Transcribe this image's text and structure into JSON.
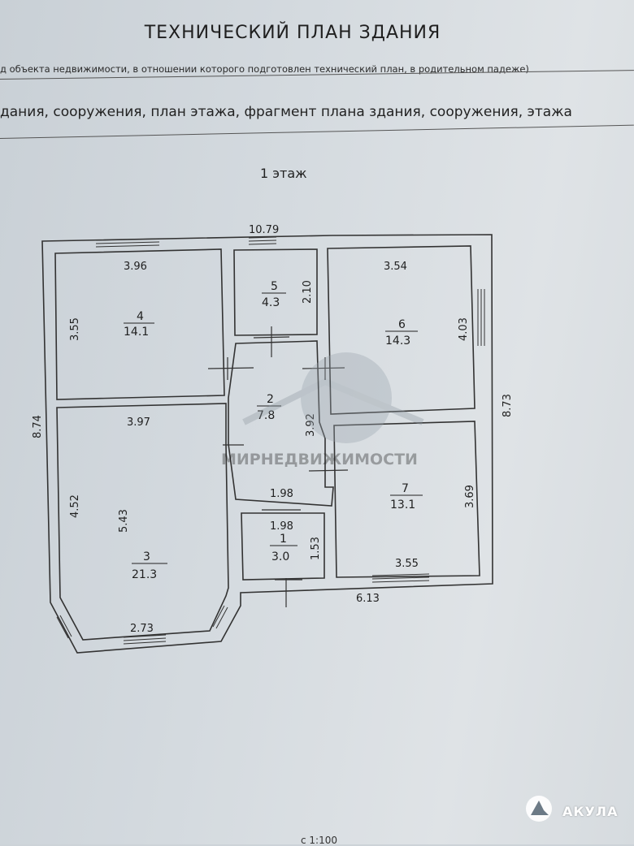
{
  "header": {
    "title": "ТЕХНИЧЕСКИЙ ПЛАН ЗДАНИЯ",
    "subtitle": "д объекта недвижимости, в отношении которого подготовлен технический план, в родительном падеже)",
    "box_text": "дания, сооружения, план этажа, фрагмент плана здания, сооружения, этажа"
  },
  "plan": {
    "floor_label": "1 этаж",
    "scale": "с 1:100",
    "overall_dims": {
      "top": "10.79",
      "left": "8.74",
      "right": "8.73",
      "bottom": "6.13"
    },
    "rooms": [
      {
        "id": "1",
        "number": "1",
        "area": "3.0",
        "dims": [
          "1.98",
          "1.53"
        ]
      },
      {
        "id": "2",
        "number": "2",
        "area": "7.8",
        "dims": [
          "3.92",
          "1.98"
        ]
      },
      {
        "id": "3",
        "number": "3",
        "area": "21.3",
        "dims": [
          "3.97",
          "4.52",
          "5.43",
          "2.73"
        ]
      },
      {
        "id": "4",
        "number": "4",
        "area": "14.1",
        "dims": [
          "3.96",
          "3.55"
        ]
      },
      {
        "id": "5",
        "number": "5",
        "area": "4.3",
        "dims": [
          "2.10"
        ]
      },
      {
        "id": "6",
        "number": "6",
        "area": "14.3",
        "dims": [
          "3.54",
          "4.03"
        ]
      },
      {
        "id": "7",
        "number": "7",
        "area": "13.1",
        "dims": [
          "3.69",
          "3.55"
        ]
      }
    ]
  },
  "watermark": {
    "text": "МИРНЕДВИЖИМОСТИ"
  },
  "brand": {
    "name": "АКУЛА",
    "icon": "shark-icon"
  }
}
